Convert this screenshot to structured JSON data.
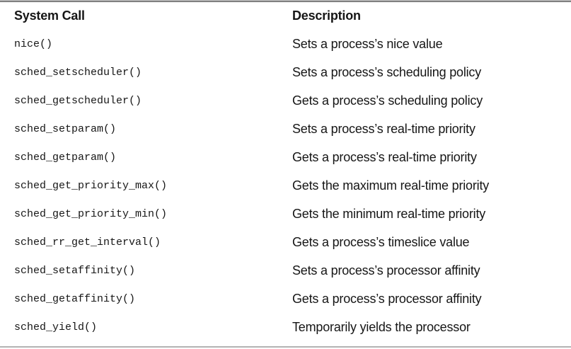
{
  "table": {
    "headers": {
      "system_call": "System Call",
      "description": "Description"
    },
    "rows": [
      {
        "call": "nice()",
        "description": "Sets a process’s nice value"
      },
      {
        "call": "sched_setscheduler()",
        "description": "Sets a process’s scheduling policy"
      },
      {
        "call": "sched_getscheduler()",
        "description": "Gets a process’s scheduling policy"
      },
      {
        "call": "sched_setparam()",
        "description": "Sets a process’s real-time priority"
      },
      {
        "call": "sched_getparam()",
        "description": "Gets a process’s real-time priority"
      },
      {
        "call": "sched_get_priority_max()",
        "description": "Gets the maximum real-time priority"
      },
      {
        "call": "sched_get_priority_min()",
        "description": "Gets the minimum real-time priority"
      },
      {
        "call": "sched_rr_get_interval()",
        "description": "Gets a process’s timeslice value"
      },
      {
        "call": "sched_setaffinity()",
        "description": "Sets a process’s processor affinity"
      },
      {
        "call": "sched_getaffinity()",
        "description": "Gets a process’s processor affinity"
      },
      {
        "call": "sched_yield()",
        "description": "Temporarily yields the processor"
      }
    ],
    "colors": {
      "text": "#161616",
      "rule_top": "#5a5a5a",
      "rule_bottom": "#b3b3b3",
      "background": "#ffffff"
    }
  }
}
